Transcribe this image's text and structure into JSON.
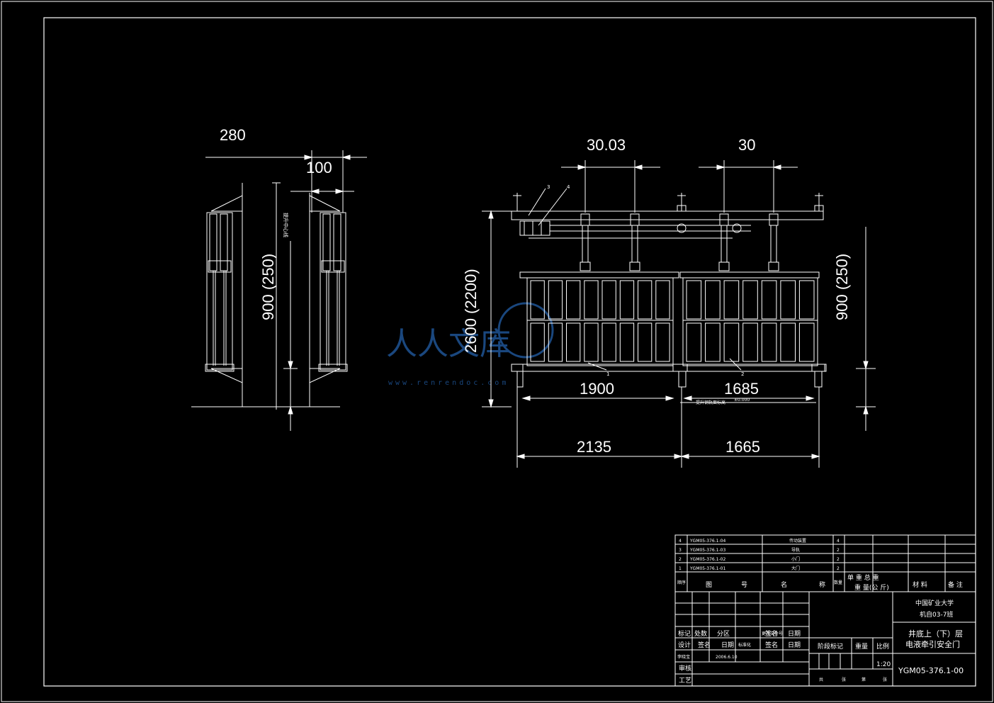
{
  "side_view": {
    "dim_width": "280",
    "dim_offset": "100",
    "dim_height": "900 (250)",
    "centerline_label": "提升中心线"
  },
  "front_view": {
    "dim_top_left": "30.03",
    "dim_top_right": "30",
    "dim_overall_height": "2600 (2200)",
    "dim_right_height": "900 (250)",
    "dim_door_left": "1900",
    "dim_door_right": "1685",
    "dim_bottom_left": "2135",
    "dim_bottom_right": "1665",
    "balloons": [
      "3",
      "4",
      "1",
      "2"
    ],
    "rail_label": "提升钢轨面标高",
    "rail_value": "±0.000"
  },
  "watermark": {
    "text": "人人文库",
    "url": "www.renrendoc.com"
  },
  "parts_list": {
    "rows": [
      {
        "no": "4",
        "drawing": "YGM05-376.1-04",
        "name": "传动装置",
        "qty": "4"
      },
      {
        "no": "3",
        "drawing": "YGM05-376.1-03",
        "name": "导轨",
        "qty": "2"
      },
      {
        "no": "2",
        "drawing": "YGM05-376.1-02",
        "name": "小门",
        "qty": "2"
      },
      {
        "no": "1",
        "drawing": "YGM05-376.1-01",
        "name": "大门",
        "qty": "2"
      }
    ],
    "header": {
      "no": "顺序",
      "drawing_a": "图",
      "drawing_b": "号",
      "name_a": "名",
      "name_b": "称",
      "qty": "数量",
      "weight_top": "单 重 总 重",
      "weight_bottom": "重 量(公 斤)",
      "material": "材 料",
      "remark": "备 注"
    }
  },
  "title_block": {
    "university": "中国矿业大学",
    "class": "机自03-7班",
    "title_line1": "井底上（下）层",
    "title_line2": "电液牵引安全门",
    "drawing_no": "YGM05-376.1-00",
    "scale": "1:20",
    "labels": {
      "mark": "标记",
      "count": "处数",
      "zone": "分区",
      "change_doc": "更改文件号",
      "sign": "签名",
      "date": "日期",
      "design": "设计",
      "sign2": "签名",
      "date2": "日期",
      "standard": "标准化",
      "sign3": "签名",
      "date3": "日期",
      "checker": "李晓宝",
      "checker_date": "2006.6.10",
      "review": "审核",
      "process": "工艺",
      "stage": "阶段标记",
      "weight": "重量",
      "scale_label": "比例",
      "sheets_total": "共",
      "sheet": "张",
      "sheet_of": "第",
      "sheet_b": "张"
    }
  }
}
